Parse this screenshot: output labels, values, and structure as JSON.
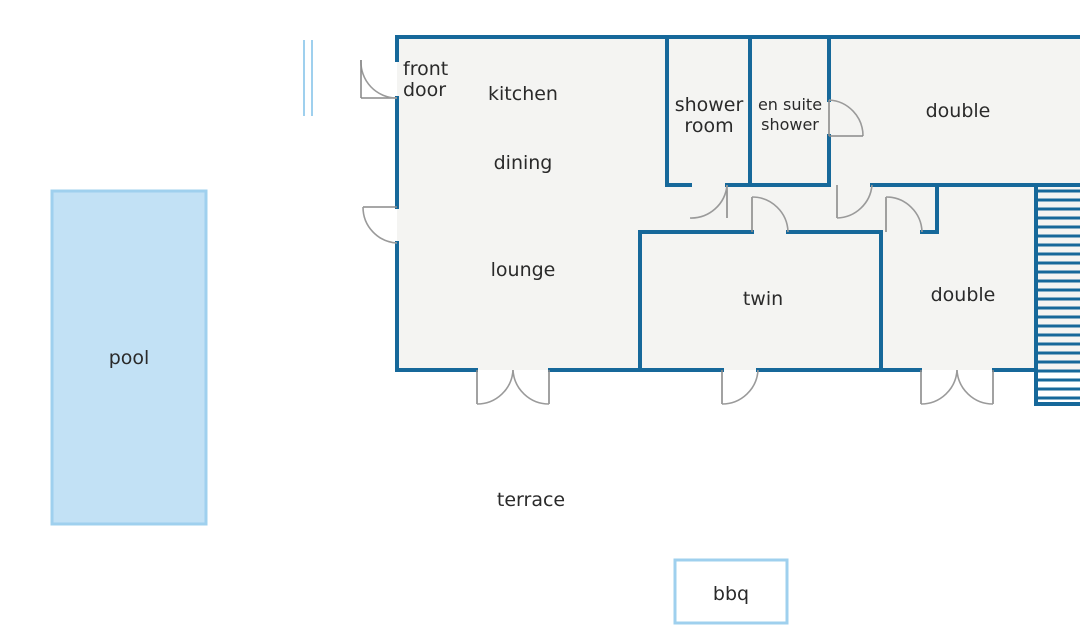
{
  "colors": {
    "wall": "#16689a",
    "floor": "#f4f4f2",
    "pool_fill": "#c2e1f5",
    "pool_border": "#9fd0ee",
    "bbq_border": "#9fd0ee",
    "door": "#9a9a9a"
  },
  "labels": {
    "front_door_1": "front",
    "front_door_2": "door",
    "kitchen": "kitchen",
    "dining": "dining",
    "lounge": "lounge",
    "shower_room_1": "shower",
    "shower_room_2": "room",
    "ensuite_1": "en suite",
    "ensuite_2": "shower",
    "double_top": "double",
    "twin": "twin",
    "double_bottom": "double",
    "pool": "pool",
    "terrace": "terrace",
    "bbq": "bbq"
  }
}
